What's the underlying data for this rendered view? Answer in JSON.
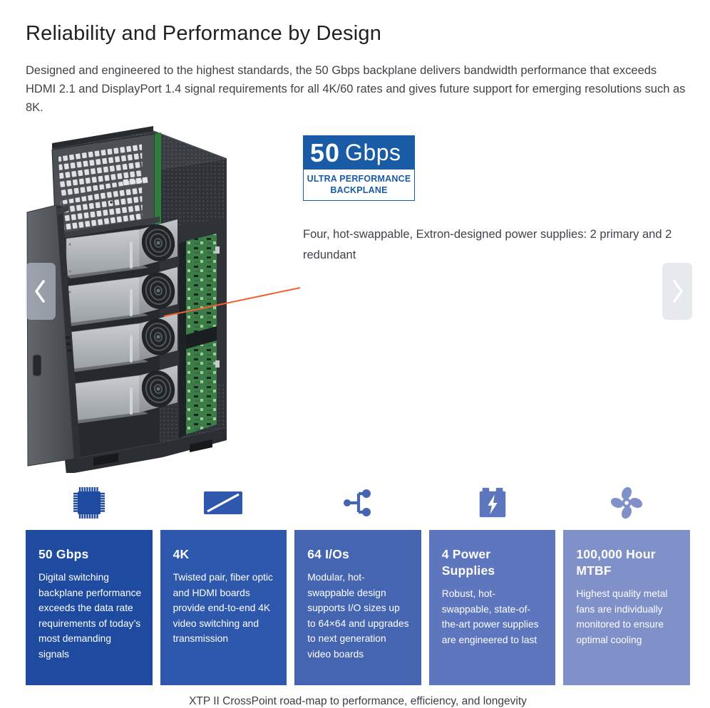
{
  "page": {
    "title": "Reliability and Performance by Design",
    "intro": "Designed and engineered to the highest standards, the 50 Gbps backplane delivers bandwidth performance that exceeds HDMI 2.1 and DisplayPort 1.4 signal requirements for all 4K/60 rates and gives future support for emerging resolutions such as 8K.",
    "footer_caption": "XTP II CrossPoint road-map to performance, efficiency, and longevity"
  },
  "carousel": {
    "prev_icon": "chevron-left",
    "next_icon": "chevron-right",
    "badge": {
      "value": "50",
      "unit": "Gbps",
      "subtitle_line1": "ULTRA PERFORMANCE",
      "subtitle_line2": "BACKPLANE",
      "color": "#1a5ba6"
    },
    "caption": "Four, hot-swappable, Extron-designed power supplies: 2 primary and 2 redundant",
    "image_subject": "XTP II CrossPoint matrix switcher with open door showing four power supply fan modules and green circuit boards",
    "annotation_color": "#f2612f"
  },
  "features": [
    {
      "icon": "chip-icon",
      "color": "#1e4b9f",
      "title": "50 Gbps",
      "description": "Digital switching backplane performance exceeds the data rate requirements of today’s most demanding signals"
    },
    {
      "icon": "video-board-icon",
      "color": "#2e58ab",
      "title": "4K",
      "description": "Twisted pair, fiber optic and HDMI boards provide end-to-end 4K video switching and transmission"
    },
    {
      "icon": "io-branch-icon",
      "color": "#4565b1",
      "title": "64 I/Os",
      "description": "Modular, hot-swappable design supports I/O sizes up to 64×64 and upgrades to next generation video boards"
    },
    {
      "icon": "power-supply-icon",
      "color": "#5d76bd",
      "title": "4 Power Supplies",
      "description": "Robust, hot-swappable, state-of-the-art power supplies are engineered to last"
    },
    {
      "icon": "fan-icon",
      "color": "#8090c8",
      "title": "100,000 Hour MTBF",
      "description": "Highest quality metal fans are individually monitored to ensure optimal cooling"
    }
  ]
}
